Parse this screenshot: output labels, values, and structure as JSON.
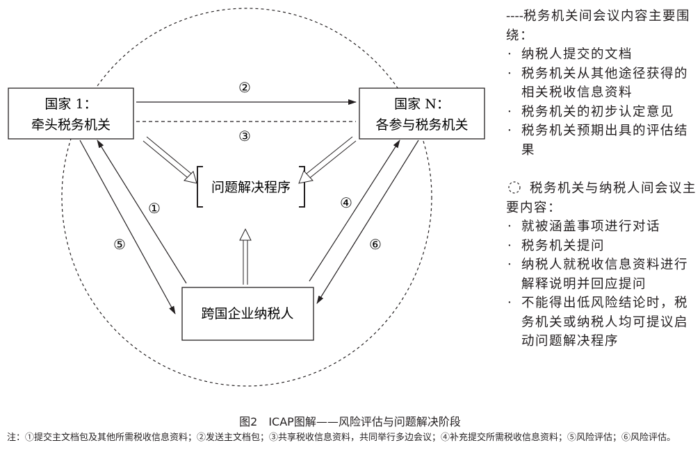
{
  "diagram": {
    "country1": {
      "line1": "国家 1：",
      "line2": "牵头税务机关"
    },
    "countryN": {
      "line1": "国家 N：",
      "line2": "各参与税务机关"
    },
    "taxpayer": "跨国企业纳税人",
    "dispute": "问题解决程序",
    "labels": {
      "a1": "①",
      "a2": "②",
      "a3": "③",
      "a4": "④",
      "a5": "⑤",
      "a6": "⑥"
    }
  },
  "legend": {
    "dashed_line_marker": "----",
    "dashed_line_title": "税务机关间会议内容主要围绕：",
    "dashed_line_items": [
      "纳税人提交的文档",
      "税务机关从其他途径获得的相关税收信息资料",
      "税务机关的初步认定意见",
      "税务机关预期出具的评估结果"
    ],
    "circle_title": "税务机关与纳税人间会议主要内容：",
    "circle_items": [
      "就被涵盖事项进行对话",
      "税务机关提问",
      "纳税人就税收信息资料进行解释说明并回应提问",
      "不能得出低风险结论时，税务机关或纳税人均可提议启动问题解决程序"
    ]
  },
  "caption": "图2　ICAP图解——风险评估与问题解决阶段",
  "note": "注：①提交主文档包及其他所需税收信息资料；②发送主文档包；③共享税收信息资料，共同举行多边会议；④补充提交所需税收信息资料；⑤风险评估；⑥风险评估。"
}
